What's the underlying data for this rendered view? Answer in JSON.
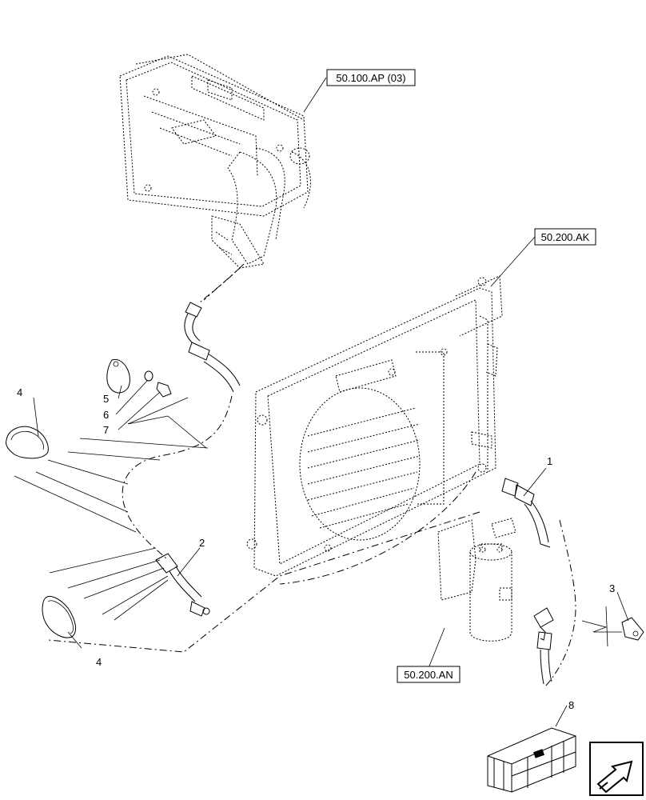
{
  "references": {
    "ref_top": "50.100.AP (03)",
    "ref_radiator": "50.200.AK",
    "ref_drier": "50.200.AN"
  },
  "callouts": {
    "c1": "1",
    "c2": "2",
    "c3": "3",
    "c4a": "4",
    "c4b": "4",
    "c5": "5",
    "c6": "6",
    "c7": "7",
    "c8": "8"
  },
  "icons": {
    "navigation": "arrow-icon",
    "kit": "crate-icon"
  }
}
